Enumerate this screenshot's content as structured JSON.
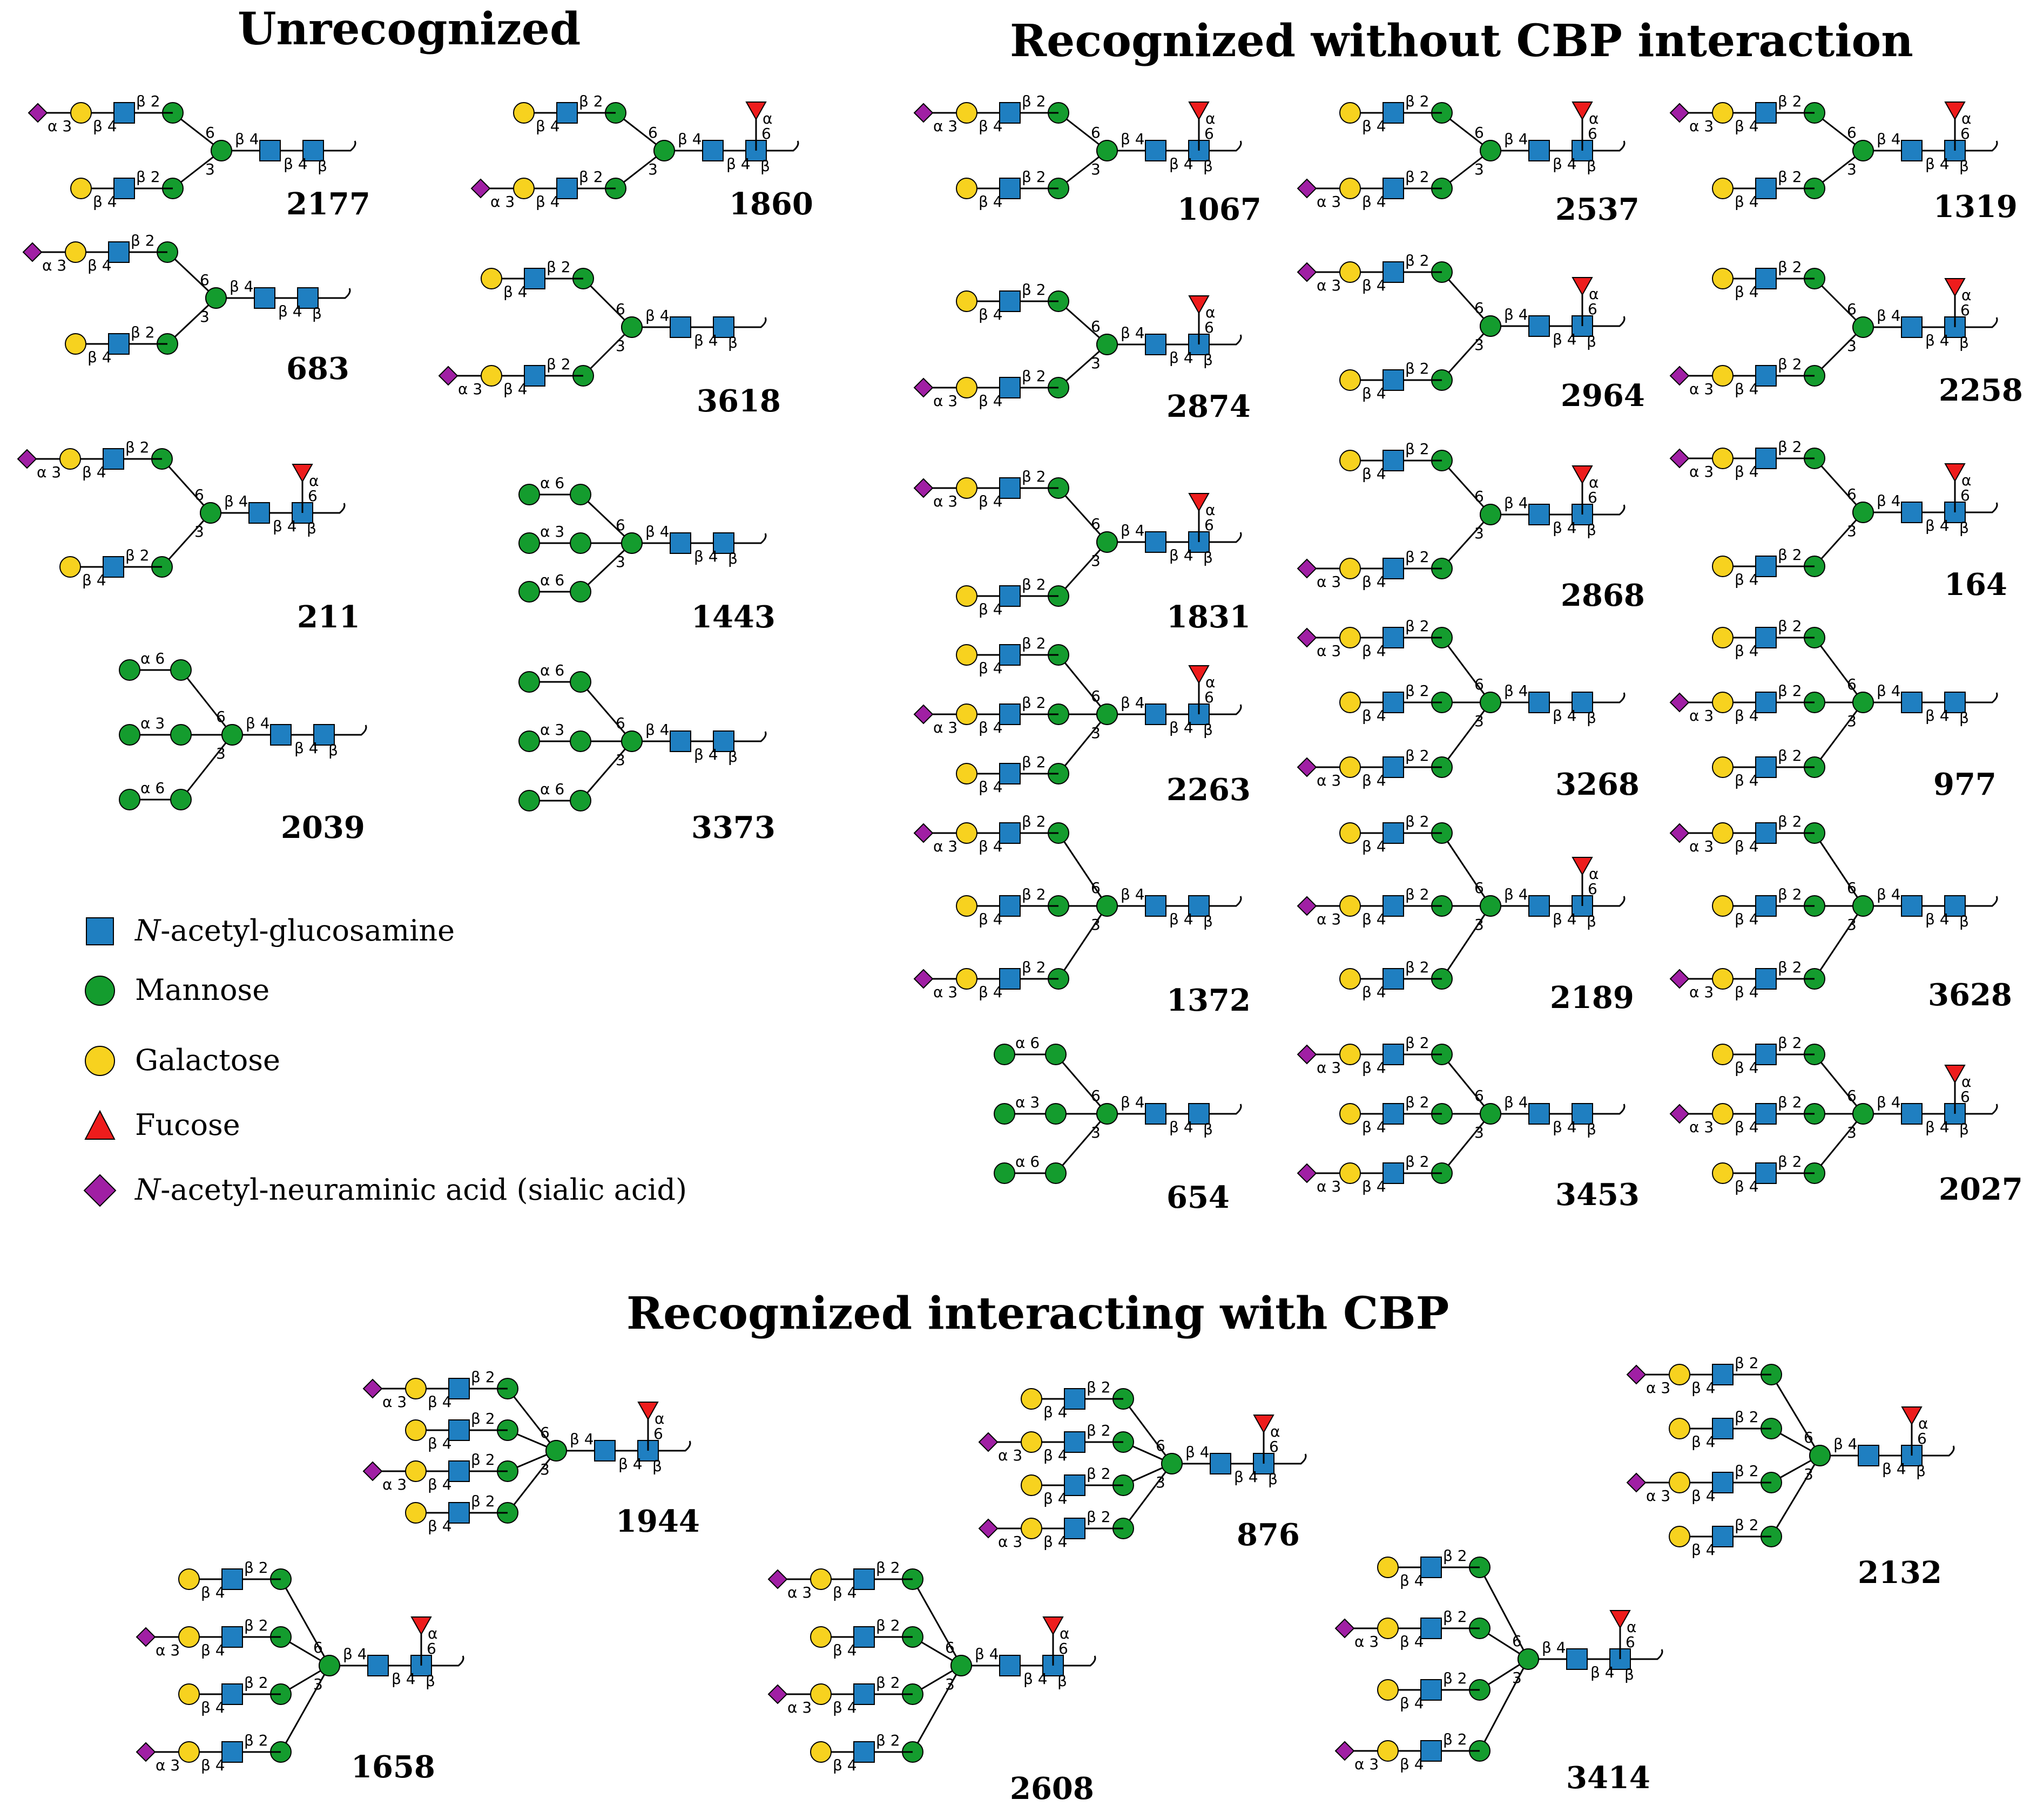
{
  "colors": {
    "glcnac": "#1f7fc1",
    "mannose": "#149c2e",
    "galactose": "#f7d21f",
    "fucose": "#ee1c1c",
    "sialic": "#a01fa4"
  },
  "sections": {
    "unrecognized": "Unrecognized",
    "recognized_without_cbp": "Recognized without CBP interaction",
    "recognized_with_cbp": "Recognized interacting with CBP"
  },
  "legend": [
    {
      "shape": "square",
      "color": "#1f7fc1",
      "prefix": "N",
      "label": "-acetyl-glucosamine"
    },
    {
      "shape": "circle",
      "color": "#149c2e",
      "prefix": "",
      "label": "Mannose"
    },
    {
      "shape": "circle",
      "color": "#f7d21f",
      "prefix": "",
      "label": "Galactose"
    },
    {
      "shape": "triangle",
      "color": "#ee1c1c",
      "prefix": "",
      "label": "Fucose"
    },
    {
      "shape": "diamond",
      "color": "#a01fa4",
      "prefix": "N",
      "label": "-acetyl-neuraminic acid (sialic acid)"
    }
  ],
  "glycans": {
    "unrecognized": [
      "2177",
      "1860",
      "683",
      "3618",
      "211",
      "1443",
      "2039",
      "3373"
    ],
    "recognized_without_cbp": [
      "1067",
      "2537",
      "1319",
      "2874",
      "2964",
      "2258",
      "1831",
      "2868",
      "164",
      "2263",
      "3268",
      "977",
      "1372",
      "2189",
      "3628",
      "654",
      "3453",
      "2027"
    ],
    "recognized_with_cbp": [
      "1944",
      "876",
      "2132",
      "1658",
      "2608",
      "3414"
    ]
  }
}
